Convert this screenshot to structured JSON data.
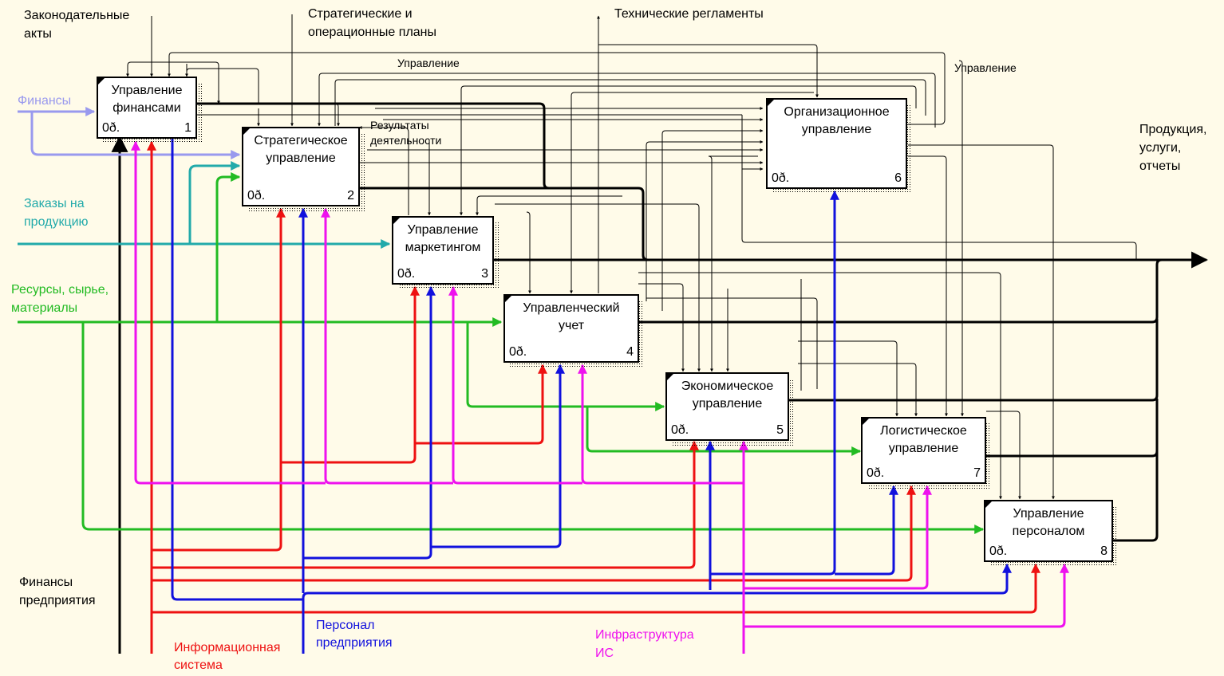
{
  "colors": {
    "background": "#fffbe9",
    "black": "#000000",
    "finance": "#9999ee",
    "orders": "#22aaaa",
    "resources": "#22bb22",
    "info_system": "#ee1111",
    "personnel": "#1111dd",
    "infrastructure": "#ee11ee"
  },
  "boxes": [
    {
      "id": "b1",
      "title": [
        "Управление",
        "финансами"
      ],
      "code": "0ð.",
      "num": "1"
    },
    {
      "id": "b2",
      "title": [
        "Стратегическое",
        "управление"
      ],
      "code": "0ð.",
      "num": "2"
    },
    {
      "id": "b3",
      "title": [
        "Управление",
        "маркетингом"
      ],
      "code": "0ð.",
      "num": "3"
    },
    {
      "id": "b4",
      "title": [
        "Управленческий",
        "учет"
      ],
      "code": "0ð.",
      "num": "4"
    },
    {
      "id": "b5",
      "title": [
        "Экономическое",
        "управление"
      ],
      "code": "0ð.",
      "num": "5"
    },
    {
      "id": "b6",
      "title": [
        "Организационное",
        "управление"
      ],
      "code": "0ð.",
      "num": "6"
    },
    {
      "id": "b7",
      "title": [
        "Логистическое",
        "управление"
      ],
      "code": "0ð.",
      "num": "7"
    },
    {
      "id": "b8",
      "title": [
        "Управление",
        "персоналом"
      ],
      "code": "0ð.",
      "num": "8"
    }
  ],
  "labels": {
    "legal_acts": [
      "Законодательные",
      "акты"
    ],
    "plans": [
      "Стратегические и",
      "операционные планы"
    ],
    "tech_regs": "Технические регламенты",
    "control1": "Управление",
    "control2": "Управление",
    "finance": "Финансы",
    "results": [
      "Результаты",
      "деятельности"
    ],
    "orders": [
      "Заказы на",
      "продукцию"
    ],
    "resources": [
      "Ресурсы, сырье,",
      "материалы"
    ],
    "products": [
      "Продукция,",
      "услуги,",
      "отчеты"
    ],
    "enterprise_finance": [
      "Финансы",
      "предприятия"
    ],
    "info_system": [
      "Информационная",
      "система"
    ],
    "personnel": [
      "Персонал",
      "предприятия"
    ],
    "infrastructure": [
      "Инфраструктура",
      "ИС"
    ]
  }
}
